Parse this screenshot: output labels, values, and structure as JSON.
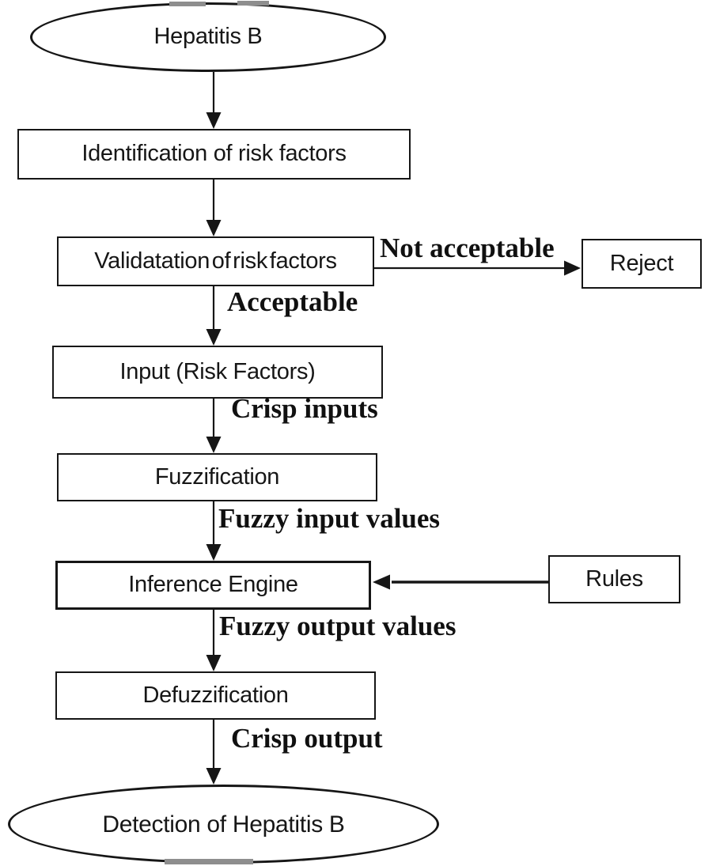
{
  "diagram": {
    "type": "flowchart",
    "subject": "Fuzzy detection of Hepatitis B",
    "nodes": {
      "start": {
        "label": "Hepatitis B",
        "shape": "ellipse"
      },
      "identification": {
        "label": "Identification of risk factors",
        "shape": "rect"
      },
      "validation": {
        "label": "Validatation of risk factors",
        "shape": "rect"
      },
      "reject": {
        "label": "Reject",
        "shape": "rect"
      },
      "input": {
        "label": "Input (Risk Factors)",
        "shape": "rect"
      },
      "fuzzification": {
        "label": "Fuzzification",
        "shape": "rect"
      },
      "inference_engine": {
        "label": "Inference Engine",
        "shape": "rect"
      },
      "rules": {
        "label": "Rules",
        "shape": "rect"
      },
      "defuzzification": {
        "label": "Defuzzification",
        "shape": "rect"
      },
      "end": {
        "label": "Detection of Hepatitis B",
        "shape": "ellipse"
      }
    },
    "edges": [
      {
        "from": "start",
        "to": "identification",
        "label": ""
      },
      {
        "from": "identification",
        "to": "validation",
        "label": ""
      },
      {
        "from": "validation",
        "to": "reject",
        "label": "Not acceptable"
      },
      {
        "from": "validation",
        "to": "input",
        "label": "Acceptable"
      },
      {
        "from": "input",
        "to": "fuzzification",
        "label": "Crisp inputs"
      },
      {
        "from": "fuzzification",
        "to": "inference_engine",
        "label": "Fuzzy input values"
      },
      {
        "from": "rules",
        "to": "inference_engine",
        "label": ""
      },
      {
        "from": "inference_engine",
        "to": "defuzzification",
        "label": "Fuzzy output values"
      },
      {
        "from": "defuzzification",
        "to": "end",
        "label": "Crisp output"
      }
    ],
    "colors": {
      "stroke": "#161616",
      "text": "#141414",
      "background": "#ffffff",
      "artifact_gray": "#8e8e8e"
    }
  }
}
